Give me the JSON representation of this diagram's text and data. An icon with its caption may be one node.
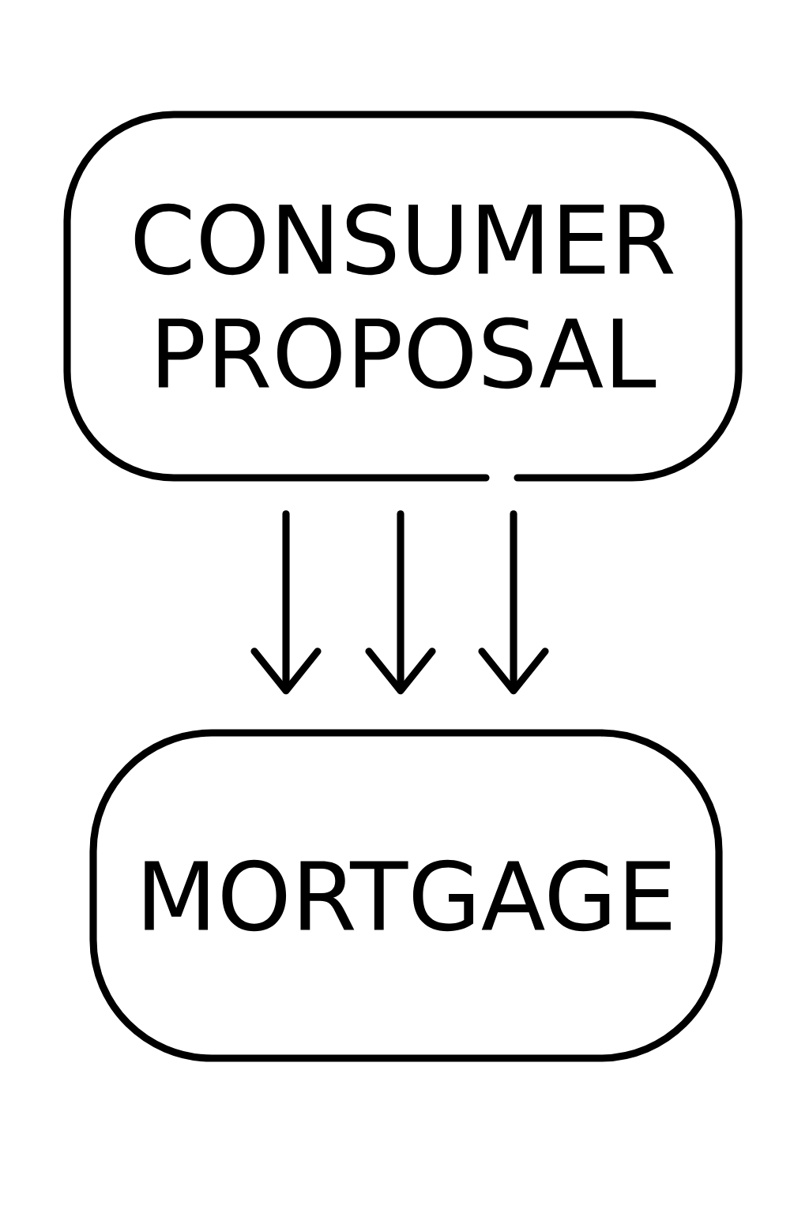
{
  "diagram": {
    "nodes": [
      {
        "text": [
          "CONSUMER PROPOSAL"
        ]
      },
      {
        "text": [
          "MORTGAGE"
        ]
      }
    ],
    "edges": [
      {
        "from": 0,
        "to": 1,
        "arrow": "to"
      },
      {
        "from": 0,
        "to": 1,
        "arrow": "to"
      },
      {
        "from": 0,
        "to": 1,
        "arrow": "to"
      }
    ]
  }
}
